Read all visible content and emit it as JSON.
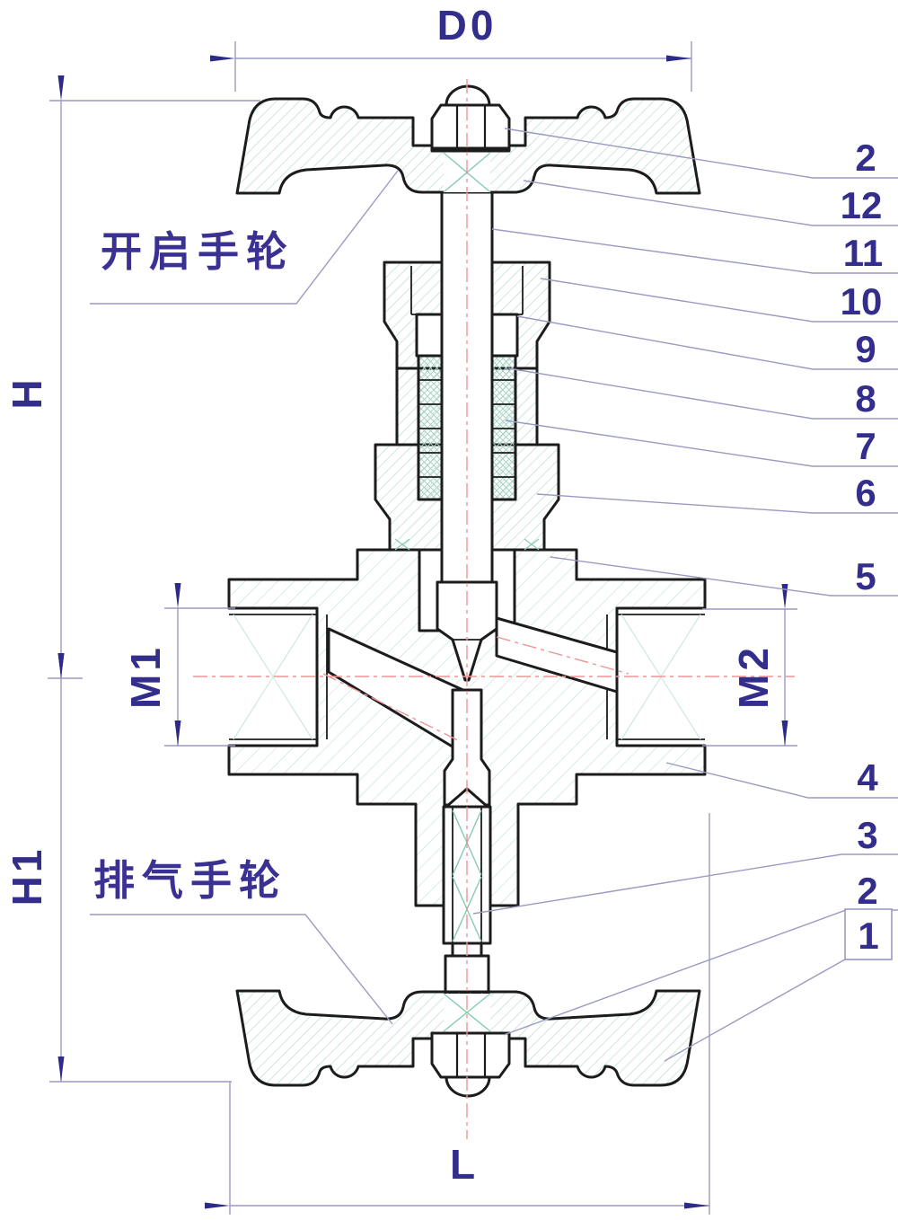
{
  "labels": {
    "open_handwheel": "开启手轮",
    "exhaust_handwheel": "排气手轮"
  },
  "dimensions": {
    "handwheel_diameter": "D0",
    "upper_height": "H",
    "lower_height": "H1",
    "left_port_thread": "M1",
    "right_port_thread": "M2",
    "body_length": "L"
  },
  "callouts": {
    "right": [
      {
        "label": "2"
      },
      {
        "label": "12"
      },
      {
        "label": "11"
      },
      {
        "label": "10"
      },
      {
        "label": "9"
      },
      {
        "label": "8"
      },
      {
        "label": "7"
      },
      {
        "label": "6"
      },
      {
        "label": "5"
      }
    ],
    "bottom_right": [
      {
        "label": "4"
      },
      {
        "label": "3"
      },
      {
        "label": "2"
      },
      {
        "label": "1",
        "boxed": true
      }
    ]
  },
  "colors": {
    "line_art": "#1c1c1c",
    "annotation_text": "#332e8c",
    "dimension_line": "#9a9ac2",
    "arrow": "#2e2a88",
    "centerline": "#f09494",
    "hatch": "#b2dac9",
    "thread_mark": "#86ccb4"
  }
}
